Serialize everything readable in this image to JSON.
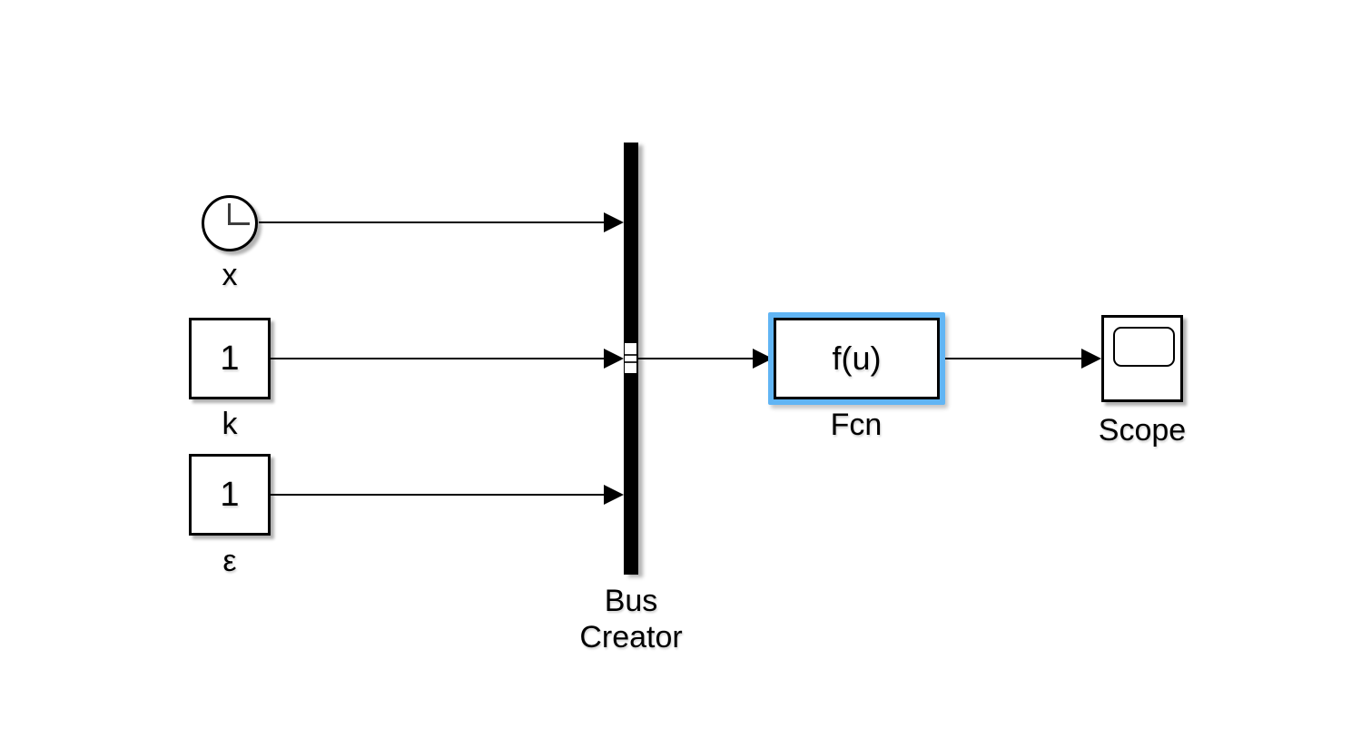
{
  "diagram": {
    "background_color": "#ffffff",
    "wire_color": "#000000",
    "selection_highlight_color": "#61b5f4",
    "block_border_color": "#000000"
  },
  "blocks": {
    "clock": {
      "label": "x",
      "icon": "clock-icon"
    },
    "constant_k": {
      "value": "1",
      "label": "k"
    },
    "constant_epsilon": {
      "value": "1",
      "label": "ε"
    },
    "bus_creator": {
      "label_line1": "Bus",
      "label_line2": "Creator",
      "icon": "bus-bar-icon"
    },
    "fcn": {
      "expression": "f(u)",
      "label": "Fcn",
      "selected": "true"
    },
    "scope": {
      "label": "Scope",
      "icon": "scope-screen-icon"
    }
  }
}
